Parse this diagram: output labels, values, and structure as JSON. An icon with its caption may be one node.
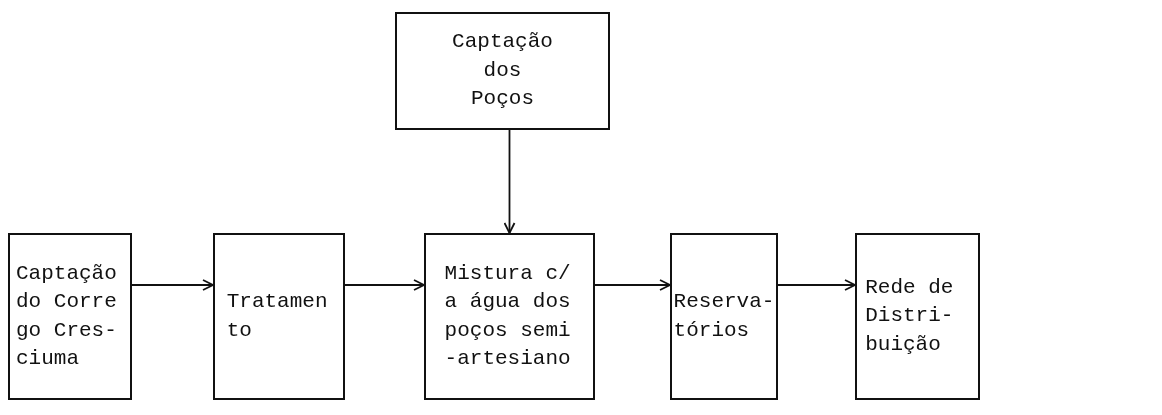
{
  "diagram": {
    "nodes": [
      {
        "text": [
          "Captação dos Poços"
        ]
      },
      {
        "text": [
          "Captação do Corre go Cres- ciuma"
        ]
      },
      {
        "text": [
          "Tratamen to"
        ]
      },
      {
        "text": [
          "Mistura c/ a água dos poços semi -artesiano"
        ]
      },
      {
        "text": [
          "Reserva- tórios"
        ]
      },
      {
        "text": [
          "Rede de Distri- buição"
        ]
      }
    ],
    "edges": [
      {
        "from": 0,
        "to": 3,
        "arrow": "to"
      },
      {
        "from": 1,
        "to": 2,
        "arrow": "to"
      },
      {
        "from": 2,
        "to": 3,
        "arrow": "to"
      },
      {
        "from": 3,
        "to": 4,
        "arrow": "to"
      },
      {
        "from": 4,
        "to": 5,
        "arrow": "to"
      }
    ]
  }
}
